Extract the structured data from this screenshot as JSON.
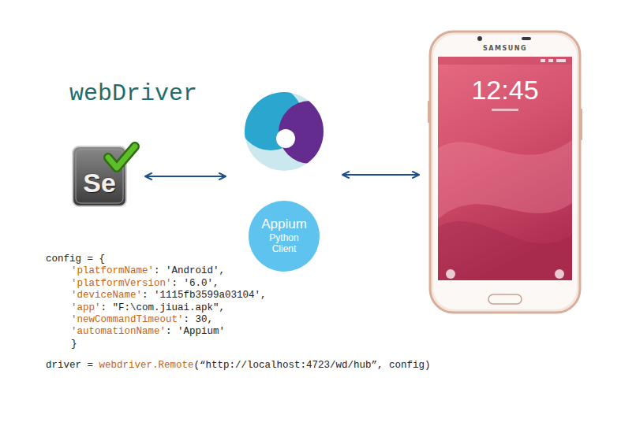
{
  "diagram": {
    "nodes": [
      {
        "text": [
          "Se"
        ]
      },
      {
        "text": [
          "Appium",
          "Python Client"
        ]
      },
      {
        "text": [
          "SAMSUNG",
          "12:45"
        ]
      }
    ],
    "edges": [
      {
        "from": 0,
        "to": 1,
        "arrow": "both"
      },
      {
        "from": 1,
        "to": 2,
        "arrow": "both"
      }
    ],
    "labels": [
      "webDriver",
      "config = {",
      "'platformName'",
      ": 'Android',",
      "'platformVersion'",
      ": '6.0',",
      "'deviceName'",
      ": '1115fb3599a03104',",
      "'app'",
      ": \"F:\\com.jiuai.apk\",",
      "'newCommandTimeout'",
      ": 30,",
      "'automationName'",
      ": 'Appium'",
      "}",
      "driver = ",
      "webdriver.Remote",
      "(“http://localhost:4723/wd/hub”, config)"
    ]
  }
}
